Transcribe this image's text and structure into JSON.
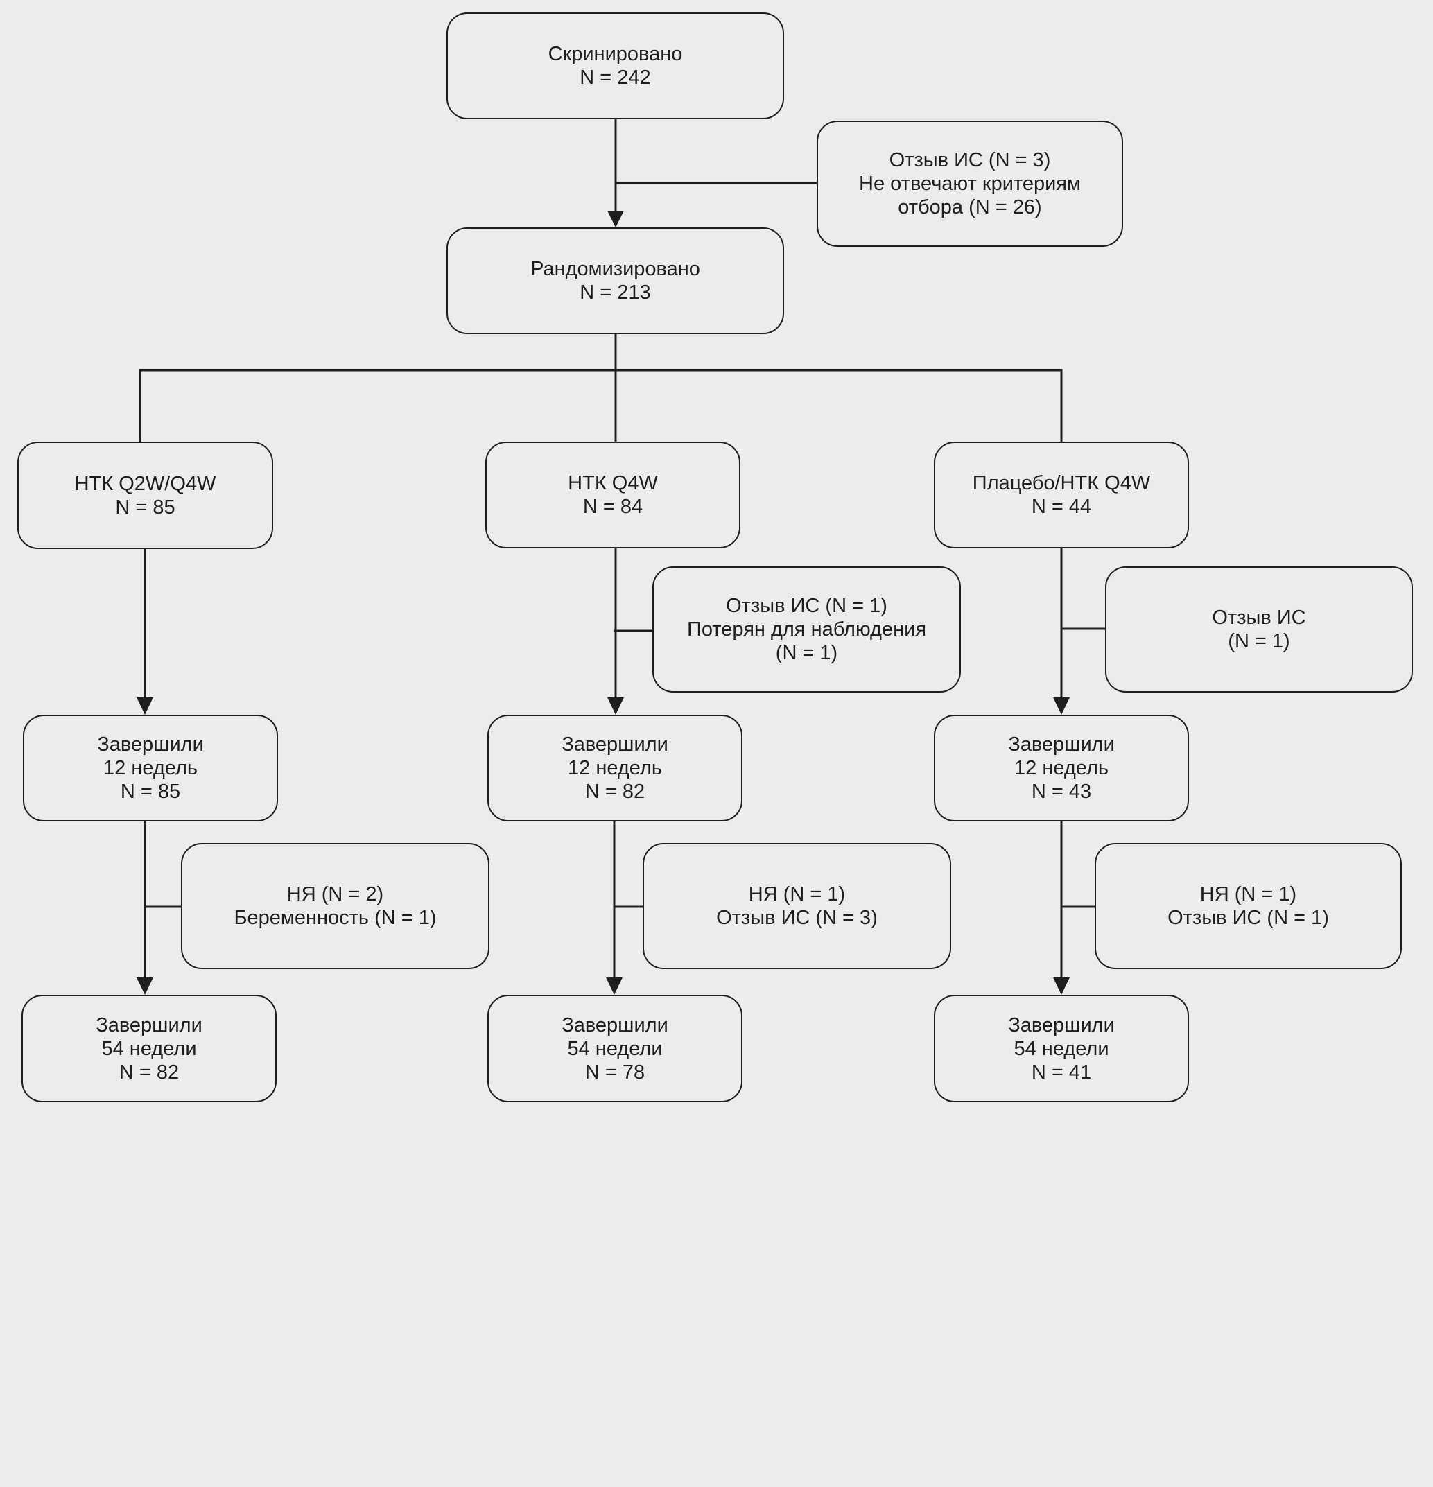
{
  "boxes": {
    "screened": [
      "Скринировано",
      "N = 242"
    ],
    "excluded": [
      "Отзыв ИС (N = 3)",
      "Не отвечают критериям",
      "отбора (N = 26)"
    ],
    "randomized": [
      "Рандомизировано",
      "N = 213"
    ],
    "arm1": [
      "НТК Q2W/Q4W",
      "N = 85"
    ],
    "arm2": [
      "НТК Q4W",
      "N = 84"
    ],
    "arm3": [
      "Плацебо/НТК Q4W",
      "N = 44"
    ],
    "arm2_drop1": [
      "Отзыв ИС (N = 1)",
      "Потерян для наблюдения",
      "(N = 1)"
    ],
    "arm3_drop1": [
      "Отзыв ИС",
      "(N = 1)"
    ],
    "arm1_wk12": [
      "Завершили",
      "12 недель",
      "N = 85"
    ],
    "arm2_wk12": [
      "Завершили",
      "12 недель",
      "N = 82"
    ],
    "arm3_wk12": [
      "Завершили",
      "12 недель",
      "N = 43"
    ],
    "arm1_drop2": [
      "НЯ (N = 2)",
      "Беременность (N = 1)"
    ],
    "arm2_drop2": [
      "НЯ (N = 1)",
      "Отзыв ИС (N = 3)"
    ],
    "arm3_drop2": [
      "НЯ (N = 1)",
      "Отзыв ИС (N = 1)"
    ],
    "arm1_wk54": [
      "Завершили",
      "54 недели",
      "N = 82"
    ],
    "arm2_wk54": [
      "Завершили",
      "54 недели",
      "N = 78"
    ],
    "arm3_wk54": [
      "Завершили",
      "54 недели",
      "N = 41"
    ]
  }
}
